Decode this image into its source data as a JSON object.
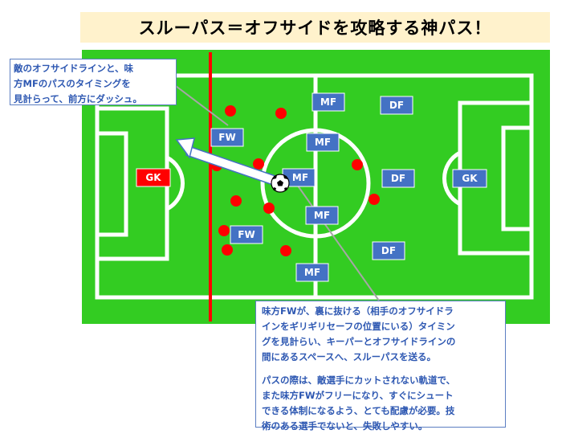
{
  "title": "スルーパス＝オフサイドを攻略する神パス！",
  "colors": {
    "pitch": "#33cc22",
    "line": "#ffffff",
    "offside_line": "#ff0000",
    "team_box": "#4472c4",
    "opponent_dot": "#ff0000",
    "gk_red": "#ff0000",
    "callout_text": "#2e58b2"
  },
  "players": {
    "fw_top": "FW",
    "fw_bottom": "FW",
    "mf_top": "MF",
    "mf_upper_center": "MF",
    "mf_center": "MF",
    "mf_lower_center": "MF",
    "mf_bottom": "MF",
    "df_top": "DF",
    "df_middle": "DF",
    "df_bottom": "DF",
    "gk_left": "GK",
    "gk_right": "GK"
  },
  "callout_top": {
    "line1": "敵のオフサイドラインと、味",
    "line2": "方MFのパスのタイミングを",
    "line3": "見計らって、前方にダッシュ。"
  },
  "callout_bottom": {
    "para1_line1": "味方FWが、裏に抜ける（相手のオフサイドラ",
    "para1_line2": "インをギリギリセーフの位置にいる）タイミン",
    "para1_line3": "グを見計らい、キーパーとオフサイドラインの",
    "para1_line4": "間にあるスペースへ、スルーパスを送る。",
    "para2_line1": "パスの際は、敵選手にカットされない軌道で、",
    "para2_line2": "また味方FWがフリーになり、すぐにシュート",
    "para2_line3": "できる体制になるよう、とても配慮が必要。技",
    "para2_line4": "術のある選手でないと、失敗しやすい。"
  }
}
